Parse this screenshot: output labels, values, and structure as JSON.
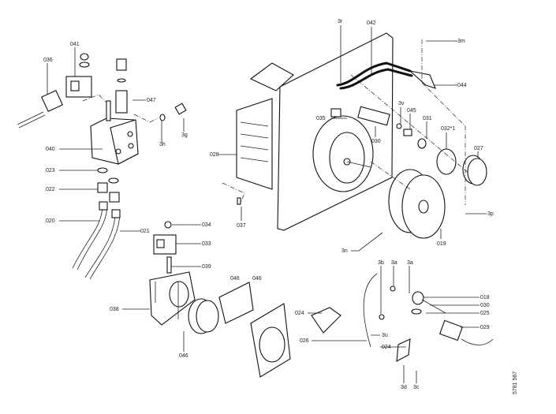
{
  "diagram": {
    "type": "exploded parts diagram",
    "drawing_number": "5781 567",
    "labels": {
      "p036": "036",
      "p041": "041",
      "p047": "047",
      "p3g": "3g",
      "p3h": "3h",
      "p040": "040",
      "p023": "023",
      "p022": "022",
      "p020": "020",
      "p021": "021",
      "p028": "028",
      "p037": "037",
      "p3r": "3r",
      "p042": "042",
      "p3m": "3m",
      "p044": "044",
      "p035": "035",
      "p3v": "3v",
      "p045": "045",
      "p031": "031",
      "p032": "032*1",
      "p030a": "030",
      "p027": "027",
      "p3p": "3p",
      "p019": "019",
      "p3n": "3n",
      "p034": "034",
      "p033": "033",
      "p039": "039",
      "p038": "038",
      "p046a": "046",
      "p046b": "046",
      "p046c": "046",
      "p024a": "024",
      "p026": "026",
      "p3b": "3b",
      "p3a1": "3a",
      "p3a2": "3a",
      "p018": "018",
      "p030b": "030",
      "p025": "025",
      "p029": "029",
      "p3u": "3u",
      "p024b": "024",
      "p3d": "3d",
      "p3c": "3c"
    }
  }
}
